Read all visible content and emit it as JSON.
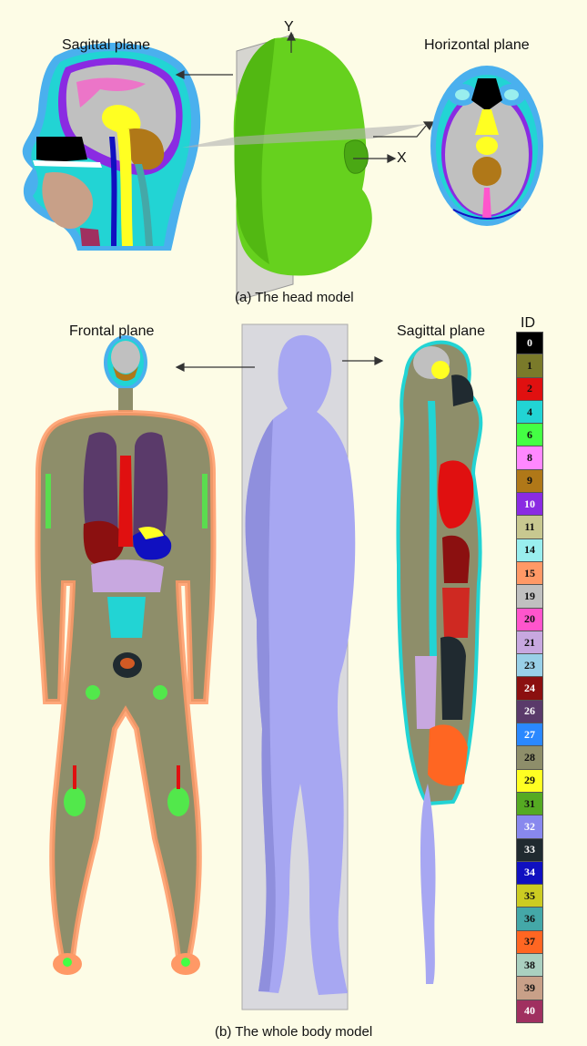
{
  "panel_a": {
    "sagittal_label": "Sagittal plane",
    "horizontal_label": "Horizontal plane",
    "axis_y": "Y",
    "axis_x": "X",
    "caption": "(a) The head model"
  },
  "panel_b": {
    "frontal_label": "Frontal plane",
    "sagittal_label": "Sagittal plane",
    "id_header": "ID",
    "caption": "(b) The whole body model"
  },
  "legend": [
    {
      "id": "0",
      "color": "#000000",
      "text": "#ffffff"
    },
    {
      "id": "1",
      "color": "#7a7a2a",
      "text": "#111111"
    },
    {
      "id": "2",
      "color": "#e01010",
      "text": "#111111"
    },
    {
      "id": "4",
      "color": "#22d4d4",
      "text": "#111111"
    },
    {
      "id": "6",
      "color": "#44ff44",
      "text": "#111111"
    },
    {
      "id": "8",
      "color": "#ff88ff",
      "text": "#111111"
    },
    {
      "id": "9",
      "color": "#b07818",
      "text": "#111111"
    },
    {
      "id": "10",
      "color": "#8a2be2",
      "text": "#ffffff"
    },
    {
      "id": "11",
      "color": "#c8c890",
      "text": "#111111"
    },
    {
      "id": "14",
      "color": "#99eeee",
      "text": "#111111"
    },
    {
      "id": "15",
      "color": "#ff9966",
      "text": "#111111"
    },
    {
      "id": "19",
      "color": "#c0c0c0",
      "text": "#111111"
    },
    {
      "id": "20",
      "color": "#ff55cc",
      "text": "#111111"
    },
    {
      "id": "21",
      "color": "#c8a8e0",
      "text": "#111111"
    },
    {
      "id": "23",
      "color": "#99d0e8",
      "text": "#111111"
    },
    {
      "id": "24",
      "color": "#8b1010",
      "text": "#ffffff"
    },
    {
      "id": "26",
      "color": "#5a3a6a",
      "text": "#ffffff"
    },
    {
      "id": "27",
      "color": "#2a88ff",
      "text": "#ffffff"
    },
    {
      "id": "28",
      "color": "#8e8e6a",
      "text": "#111111"
    },
    {
      "id": "29",
      "color": "#ffff22",
      "text": "#111111"
    },
    {
      "id": "31",
      "color": "#55aa22",
      "text": "#111111"
    },
    {
      "id": "32",
      "color": "#8888ee",
      "text": "#ffffff"
    },
    {
      "id": "33",
      "color": "#202a30",
      "text": "#ffffff"
    },
    {
      "id": "34",
      "color": "#1010c0",
      "text": "#ffffff"
    },
    {
      "id": "35",
      "color": "#cccc22",
      "text": "#111111"
    },
    {
      "id": "36",
      "color": "#44a8a8",
      "text": "#111111"
    },
    {
      "id": "37",
      "color": "#ff6622",
      "text": "#111111"
    },
    {
      "id": "38",
      "color": "#aad0c0",
      "text": "#111111"
    },
    {
      "id": "39",
      "color": "#c8a088",
      "text": "#111111"
    },
    {
      "id": "40",
      "color": "#a03060",
      "text": "#ffffff"
    }
  ]
}
